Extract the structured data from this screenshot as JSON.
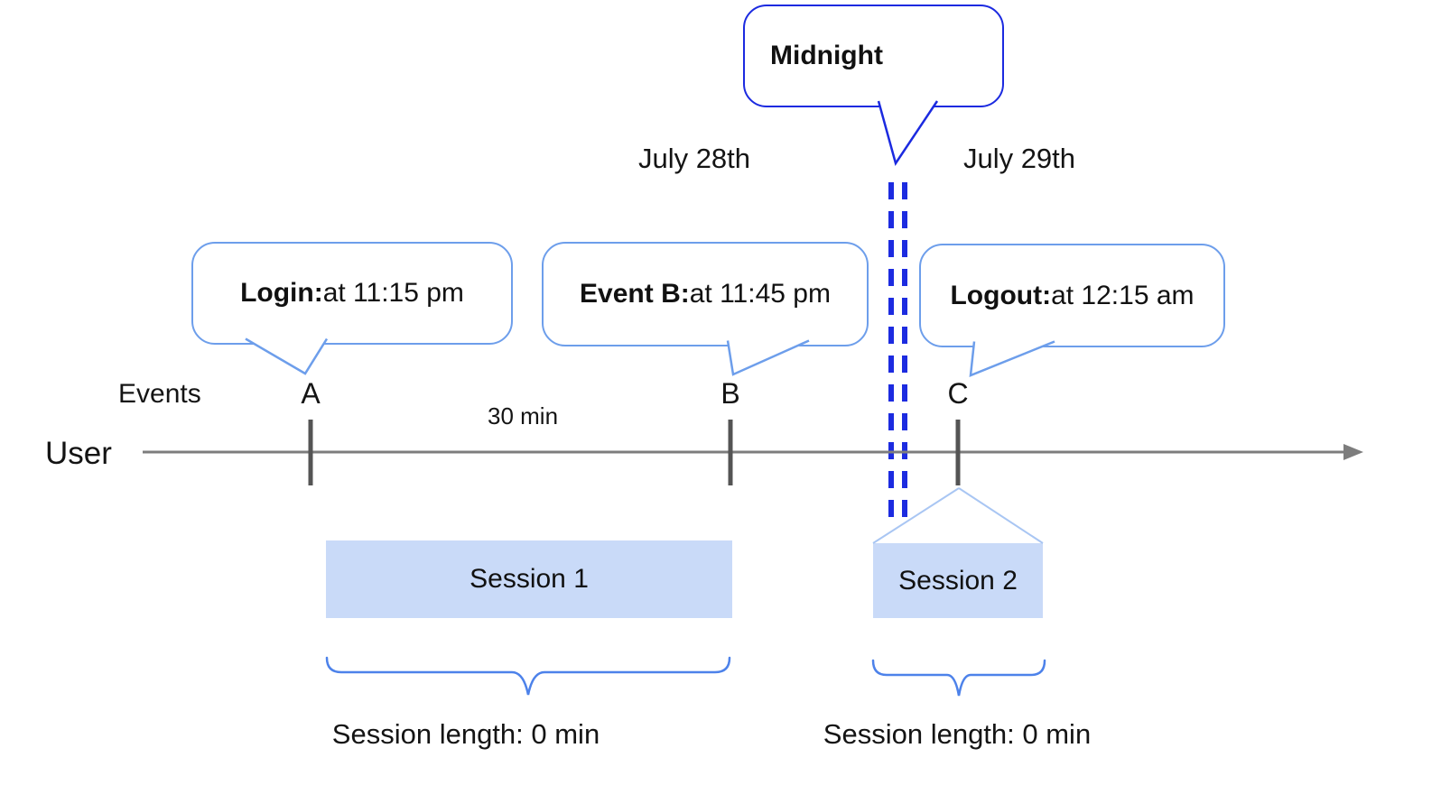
{
  "callouts": {
    "midnight": {
      "label": "Midnight"
    },
    "login": {
      "label_bold": "Login:",
      "label_rest": " at 11:15 pm"
    },
    "event_b": {
      "label_bold": "Event B:",
      "label_rest": " at 11:45 pm"
    },
    "logout": {
      "label_bold": "Logout:",
      "label_rest": " at 12:15 am"
    }
  },
  "dates": {
    "left": "July 28th",
    "right": "July 29th"
  },
  "axis": {
    "events_label": "Events",
    "user_label": "User",
    "interval_label": "30 min",
    "markers": [
      "A",
      "B",
      "C"
    ]
  },
  "sessions": [
    {
      "name": "Session 1",
      "length_label": "Session length: 0 min"
    },
    {
      "name": "Session 2",
      "length_label": "Session length: 0 min"
    }
  ],
  "colors": {
    "dark_blue": "#1b2ae0",
    "light_blue_border": "#6d9eeb",
    "session_fill": "#c9daf8",
    "diagonal_light_blue": "#a9c6f3",
    "brace_blue": "#4d82ea",
    "timeline_gray": "#7d7d7d",
    "tick_gray": "#545454"
  }
}
